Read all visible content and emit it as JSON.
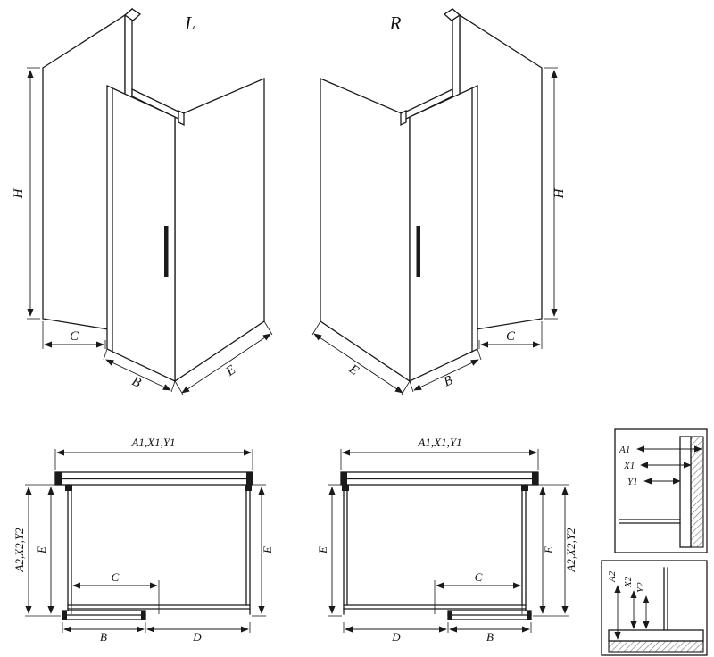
{
  "page": {
    "paper_color": "#ffffff",
    "ink_color": "#1a1a1a"
  },
  "drawing": {
    "variant_left": "L",
    "variant_right": "R",
    "dim_height": "H",
    "dim_opening": "C",
    "dim_door": "B",
    "dim_side": "E",
    "dim_fixed": "D",
    "dim_width_group": "A1,X1,Y1",
    "dim_depth_group": "A2,X2,Y2",
    "detail_top_labels": [
      "A1",
      "X1",
      "Y1"
    ],
    "detail_bottom_labels": [
      "A2",
      "X2",
      "Y2"
    ]
  }
}
